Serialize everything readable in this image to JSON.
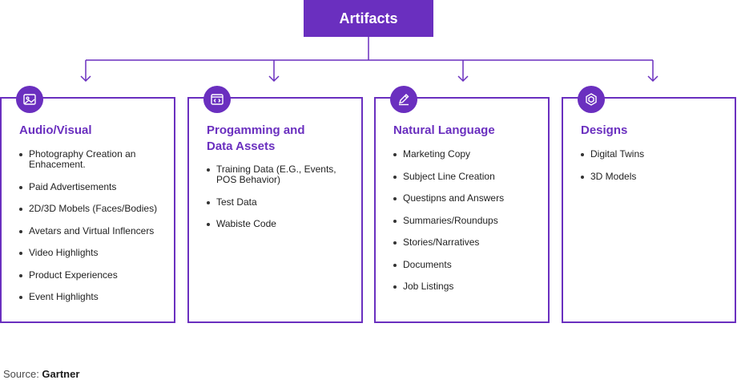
{
  "root": {
    "label": "Artifacts"
  },
  "columns": [
    {
      "title": "Audio/Visual",
      "icon": "image-icon",
      "items": [
        "Photography Creation an Enhacement.",
        "Paid Advertisements",
        "2D/3D Mobels (Faces/Bodies)",
        "Avetars and Virtual Inflencers",
        "Video Highlights",
        "Product Experiences",
        "Event Highlights"
      ]
    },
    {
      "title": "Progamming and Data Assets",
      "icon": "code-window-icon",
      "items": [
        "Training Data (E.G., Events, POS Behavior)",
        "Test Data",
        "Wabiste Code"
      ]
    },
    {
      "title": "Natural Language",
      "icon": "pen-icon",
      "items": [
        "Marketing Copy",
        "Subject Line Creation",
        "Questipns and Answers",
        "Summaries/Roundups",
        "Stories/Narratives",
        "Documents",
        "Job Listings"
      ]
    },
    {
      "title": "Designs",
      "icon": "design-cube-icon",
      "items": [
        "Digital Twins",
        "3D Models"
      ]
    }
  ],
  "source": {
    "prefix": "Source: ",
    "brand": "Gartner"
  },
  "colors": {
    "accent": "#6a2fbf",
    "connector": "#6a2fbf"
  }
}
